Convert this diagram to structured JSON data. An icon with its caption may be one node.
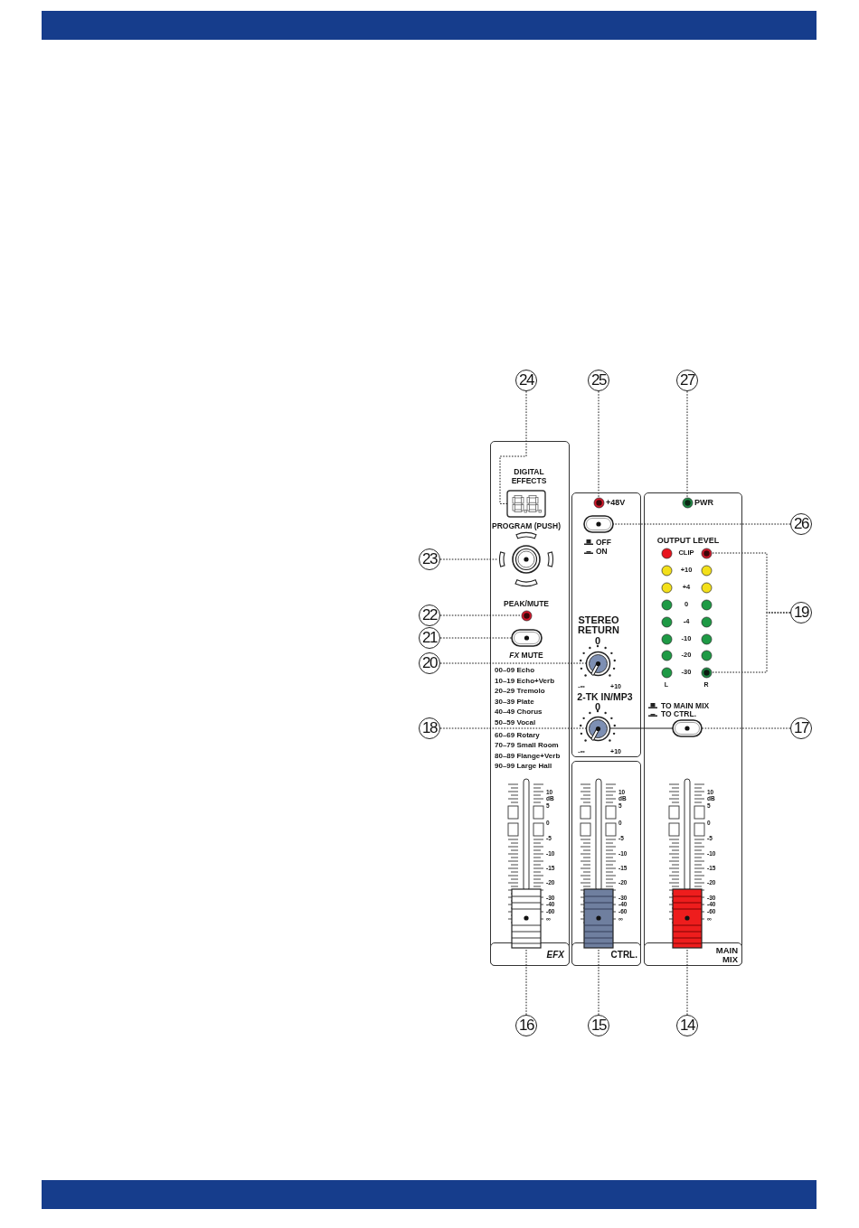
{
  "diagram": {
    "nodes": [
      {
        "text": [
          "24"
        ]
      },
      {
        "text": [
          "25"
        ]
      },
      {
        "text": [
          "27"
        ]
      },
      {
        "text": [
          "26"
        ]
      },
      {
        "text": [
          "23"
        ]
      },
      {
        "text": [
          "22"
        ]
      },
      {
        "text": [
          "21"
        ]
      },
      {
        "text": [
          "20"
        ]
      },
      {
        "text": [
          "19"
        ]
      },
      {
        "text": [
          "18"
        ]
      },
      {
        "text": [
          "17"
        ]
      },
      {
        "text": [
          "16"
        ]
      },
      {
        "text": [
          "15"
        ]
      },
      {
        "text": [
          "14"
        ]
      },
      {
        "text": [],
        "shape": "display"
      },
      {
        "text": [],
        "shape": "circle"
      },
      {
        "text": [],
        "shape": "circle"
      },
      {
        "text": [],
        "shape": "button"
      },
      {
        "text": [],
        "shape": "knob"
      },
      {
        "text": [],
        "shape": "circle"
      },
      {
        "text": [],
        "shape": "button"
      },
      {
        "text": [],
        "shape": "circle"
      },
      {
        "text": [],
        "shape": "knob"
      },
      {
        "text": [],
        "shape": "circle"
      },
      {
        "text": [],
        "shape": "knob"
      },
      {
        "text": [],
        "shape": "button"
      },
      {
        "text": [],
        "shape": "fader"
      },
      {
        "text": [],
        "shape": "fader"
      },
      {
        "text": [],
        "shape": "fader"
      }
    ],
    "edges": [
      {
        "from": 0,
        "to": 14,
        "arrow": "none",
        "style": "dashed"
      },
      {
        "from": 1,
        "to": 15,
        "arrow": "none",
        "style": "dashed"
      },
      {
        "from": 2,
        "to": 16,
        "arrow": "none",
        "style": "dashed"
      },
      {
        "from": 3,
        "to": 17,
        "arrow": "none",
        "style": "dashed"
      },
      {
        "from": 4,
        "to": 18,
        "arrow": "none",
        "style": "dashed"
      },
      {
        "from": 5,
        "to": 19,
        "arrow": "none",
        "style": "dashed"
      },
      {
        "from": 6,
        "to": 20,
        "arrow": "none",
        "style": "dashed"
      },
      {
        "from": 7,
        "to": 22,
        "arrow": "none",
        "style": "dashed"
      },
      {
        "from": 8,
        "to": 21,
        "arrow": "none",
        "style": "dashed"
      },
      {
        "from": 8,
        "to": 23,
        "arrow": "none",
        "style": "dashed"
      },
      {
        "from": 9,
        "to": 24,
        "arrow": "none",
        "style": "dashed"
      },
      {
        "from": 24,
        "to": 25,
        "arrow": "none"
      },
      {
        "from": 10,
        "to": 25,
        "arrow": "none",
        "style": "dashed"
      },
      {
        "from": 11,
        "to": 26,
        "arrow": "none",
        "style": "dashed"
      },
      {
        "from": 12,
        "to": 27,
        "arrow": "none",
        "style": "dashed"
      },
      {
        "from": 13,
        "to": 28,
        "arrow": "none",
        "style": "dashed"
      }
    ],
    "labels": [
      "DIGITAL EFFECTS",
      "PROGRAM (PUSH)",
      "PEAK/MUTE",
      "*FX* MUTE",
      "00–09 Echo",
      "10–19 Echo+Verb",
      "20–29 Tremolo",
      "30–39 Plate",
      "40–49 Chorus",
      "50–59 Vocal",
      "60–69 Rotary",
      "70–79 Small Room",
      "80–89 Flange+Verb",
      "90–99 Large Hall",
      "10",
      "dB",
      "5",
      "0",
      "-5",
      "-10",
      "-15",
      "-20",
      "-30",
      "-40",
      "-60",
      "∞",
      "EFX",
      "+48V",
      "OFF",
      "ON",
      "STEREO RETURN",
      "0",
      "-∞",
      "+10",
      "2-TK IN/MP3",
      "0",
      "-∞",
      "+10",
      "10",
      "dB",
      "5",
      "0",
      "-5",
      "-10",
      "-15",
      "-20",
      "-30",
      "-40",
      "-60",
      "∞",
      "CTRL.",
      "PWR",
      "OUTPUT LEVEL",
      "CLIP",
      "+10",
      "+4",
      "0",
      "-4",
      "-10",
      "-20",
      "-30",
      "L",
      "R",
      "TO MAIN MIX",
      "TO CTRL.",
      "10",
      "dB",
      "5",
      "0",
      "-5",
      "-10",
      "-15",
      "-20",
      "-30",
      "-40",
      "-60",
      "∞",
      "MAIN MIX"
    ]
  }
}
